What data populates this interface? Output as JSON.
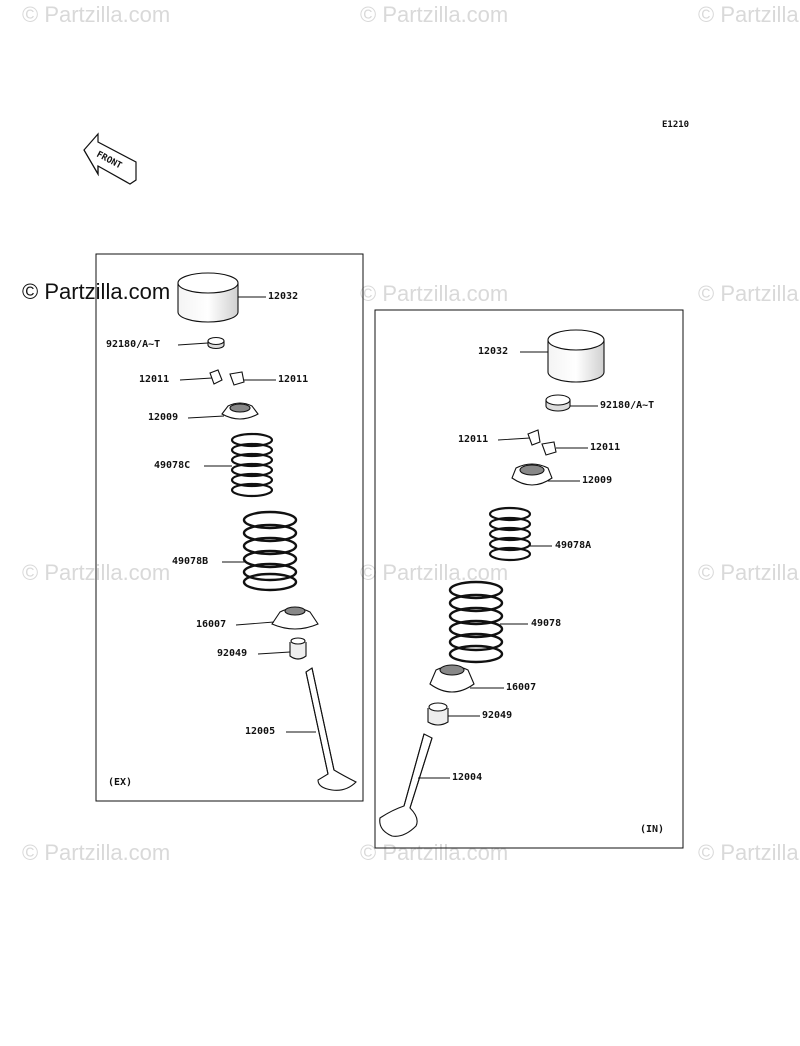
{
  "watermark": {
    "text": "© Partzilla.com",
    "main_text": "© Partzilla.com"
  },
  "diagram_code": "E1210",
  "front_arrow_label": "FRONT",
  "exhaust_panel": {
    "tag": "(EX)",
    "parts": [
      "12032",
      "92180/A~T",
      "12011",
      "12011",
      "12009",
      "49078C",
      "49078B",
      "16007",
      "92049",
      "12005"
    ]
  },
  "intake_panel": {
    "tag": "(IN)",
    "parts": [
      "12032",
      "92180/A~T",
      "12011",
      "12011",
      "12009",
      "49078A",
      "49078",
      "16007",
      "92049",
      "12004"
    ]
  },
  "colors": {
    "line": "#111111",
    "watermark": "#d9d9d9",
    "part_fill": "#ffffff",
    "part_shade": "#bfbfbf"
  }
}
